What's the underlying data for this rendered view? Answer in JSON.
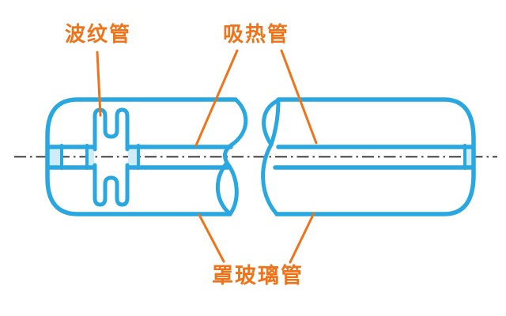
{
  "labels": {
    "bellows": "波纹管",
    "absorber_tube": "吸热管",
    "cover_glass_tube": "罩玻璃管"
  },
  "colors": {
    "tube_blue": "#29A7E1",
    "tube_light": "#CFEDF8",
    "label_orange": "#F0731A",
    "centerline_dark": "#2B2B2B",
    "background": "#FFFFFF"
  }
}
